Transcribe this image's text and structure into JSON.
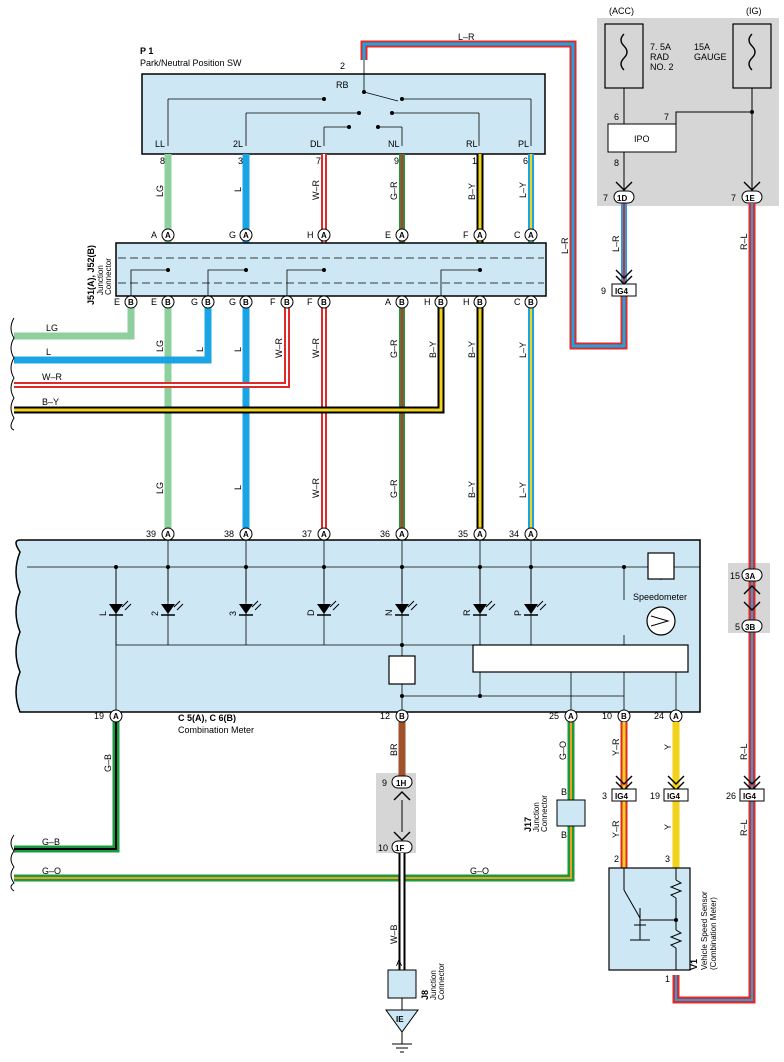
{
  "components": {
    "p1": {
      "id": "P 1",
      "name": "Park/Neutral Position SW",
      "contact": "RB"
    },
    "junction_connector": {
      "ids": "J51(A), J52(B)",
      "name_1": "Junction",
      "name_2": "Connector"
    },
    "combination_meter": {
      "ids": "C 5(A), C 6(B)",
      "name": "Combination Meter",
      "speedometer": "Speedometer"
    },
    "j17": {
      "id": "J17",
      "name_1": "Junction",
      "name_2": "Connector"
    },
    "j8": {
      "id": "J8",
      "name_1": "Junction",
      "name_2": "Connector"
    },
    "v1": {
      "id": "V1",
      "name_1": "Vehicle Speed Sensor",
      "name_2": "(Combination Meter)"
    },
    "ipo": "IPO",
    "ground": "IE"
  },
  "fuses": {
    "acc": {
      "label": "(ACC)",
      "line1": "7. 5A",
      "line2": "RAD",
      "line3": "NO. 2"
    },
    "ig": {
      "label": "(IG)",
      "line1": "15A",
      "line2": "GAUGE"
    }
  },
  "switch_positions": [
    "LL",
    "2L",
    "DL",
    "NL",
    "RL",
    "PL"
  ],
  "switch_pins": [
    "8",
    "3",
    "7",
    "9",
    "1",
    "6"
  ],
  "indicators": [
    "L",
    "2",
    "3",
    "D",
    "N",
    "R",
    "P"
  ],
  "meter_pins": [
    "39",
    "38",
    "37",
    "36",
    "35",
    "34"
  ],
  "jc_top": [
    {
      "pin": "A",
      "conn": "A"
    },
    {
      "pin": "G",
      "conn": "A"
    },
    {
      "pin": "H",
      "conn": "A"
    },
    {
      "pin": "E",
      "conn": "A"
    },
    {
      "pin": "F",
      "conn": "A"
    },
    {
      "pin": "C",
      "conn": "A"
    }
  ],
  "jc_bottom": [
    {
      "pin": "E",
      "conn": "B"
    },
    {
      "pin": "E",
      "conn": "B"
    },
    {
      "pin": "G",
      "conn": "B"
    },
    {
      "pin": "G",
      "conn": "B"
    },
    {
      "pin": "F",
      "conn": "B"
    },
    {
      "pin": "F",
      "conn": "B"
    },
    {
      "pin": "A",
      "conn": "B"
    },
    {
      "pin": "H",
      "conn": "B"
    },
    {
      "pin": "H",
      "conn": "B"
    },
    {
      "pin": "C",
      "conn": "B"
    }
  ],
  "wires": {
    "lg": "LG",
    "l": "L",
    "wr": "W–R",
    "gr": "G–R",
    "by": "B–Y",
    "ly": "L–Y",
    "lr": "L–R",
    "rl": "R–L",
    "gb": "G–B",
    "br": "BR",
    "go": "G–O",
    "yr": "Y–R",
    "y": "Y",
    "wb": "W–B"
  },
  "connectors": {
    "c1d": "1D",
    "c1e": "1E",
    "ig4": "IG4",
    "c3a": "3A",
    "c3b": "3B",
    "c1h": "1H",
    "c1f": "1F"
  },
  "pins": {
    "p2": "2",
    "p6": "6",
    "p7": "7",
    "p8": "8",
    "p9": "9",
    "p10": "10",
    "p12": "12",
    "p15": "15",
    "p5": "5",
    "p19": "19",
    "p24": "24",
    "p25": "25",
    "p3": "3",
    "p26": "26",
    "p1": "1",
    "pA": "A",
    "pB": "B"
  },
  "colors": {
    "body_fill": "#cde8f4",
    "shade": "#d6d6d6",
    "lg": "#8ecf9e",
    "l": "#1aa4e4",
    "red": "#e02a2a",
    "green": "#1a9a3c",
    "yellow": "#f2d21a",
    "brown": "#a0522d",
    "orange": "#f0a020"
  }
}
